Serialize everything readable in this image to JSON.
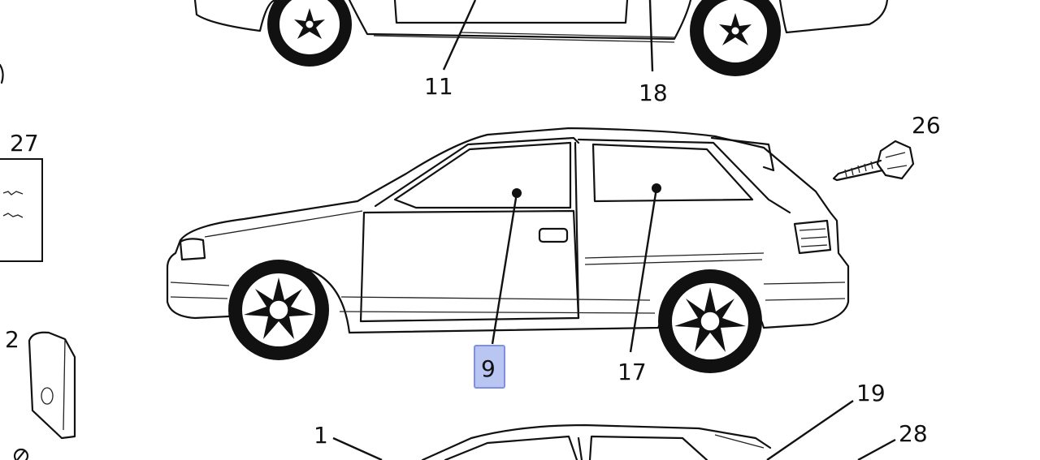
{
  "colors": {
    "ink": "#111111",
    "highlight_fill": "#b9c6f2",
    "highlight_border": "#7f8fe6"
  },
  "callouts": {
    "c11": "11",
    "c18": "18",
    "c26": "26",
    "c27": "27",
    "c2": "2",
    "c9": "9",
    "c17": "17",
    "c19": "19",
    "c1": "1",
    "c28": "28"
  },
  "selected_callout": "9"
}
